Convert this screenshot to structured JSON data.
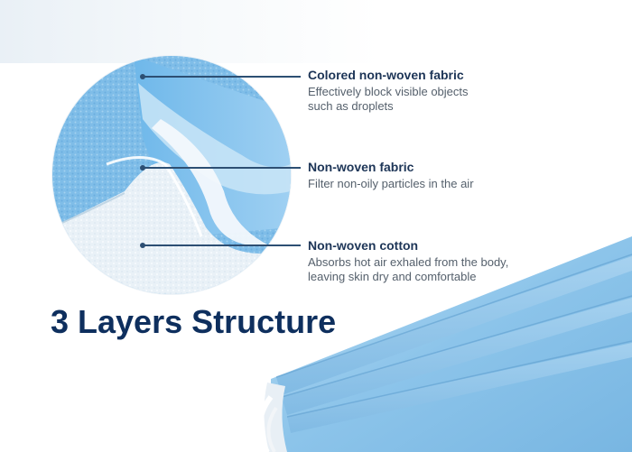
{
  "layers": [
    {
      "title": "Colored non-woven fabric",
      "description": "Effectively block visible objects\nsuch as droplets"
    },
    {
      "title": "Non-woven fabric",
      "description": "Filter non-oily particles in the air"
    },
    {
      "title": "Non-woven cotton",
      "description": "Absorbs hot air exhaled from the body,\nleaving skin dry and comfortable"
    }
  ],
  "headline": "3 Layers Structure",
  "colors": {
    "headline": "#0e2f5e",
    "callout_title": "#1d3557",
    "callout_description": "#55606c",
    "leader_line": "#2d4f73",
    "mask_blue": "#8fc6ea",
    "mask_white": "#f4f8fb"
  }
}
